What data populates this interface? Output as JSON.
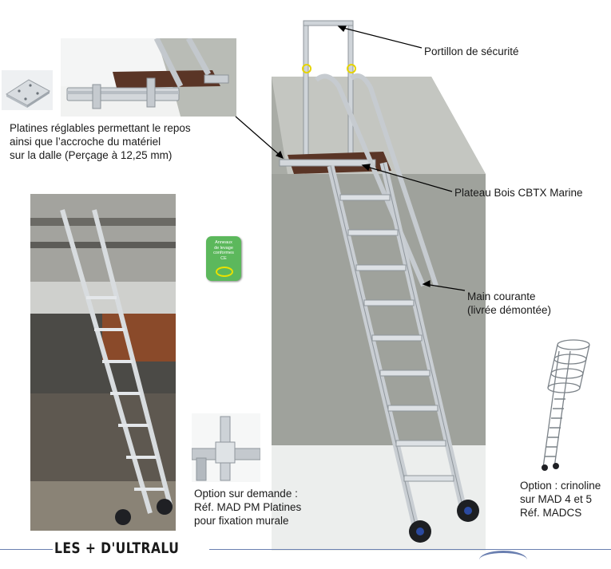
{
  "captions": {
    "platines": "Platines réglables permettant le repos\nainsi que l’accroche du matériel\nsur la dalle (Perçage à 12,25 mm)",
    "portillon": "Portillon de sécurité",
    "plateau": "Plateau Bois CBTX Marine",
    "main_courante": "Main courante\n(livrée démontée)",
    "option_demande": "Option sur demande :\nRéf. MAD PM Platines\npour fixation murale",
    "option_crinoline": "Option : crinoline\nsur MAD 4 et 5\nRéf. MADCS"
  },
  "badge": {
    "text": "Anneaux\nde levage\nconformes\nCE",
    "color": "#5cb85c"
  },
  "footer": {
    "title": "LES + D'ULTRALU"
  },
  "colors": {
    "aluminium": "#c9ced3",
    "wall": "#a9aca6",
    "wood": "#5a3526",
    "line": "#6a7fb0"
  }
}
